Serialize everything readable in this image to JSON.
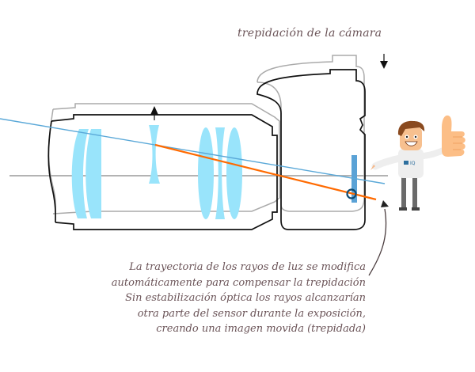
{
  "labels": {
    "shake": "trepidación de la cámara"
  },
  "caption": {
    "lines": [
      "La trayectoria de los rayos de luz se modifica",
      "automáticamente para compensar la trepidación",
      "Sin estabilización óptica los rayos alcanzarían",
      "otra parte del sensor durante la exposición,",
      "creando una imagen movida (trepidada)"
    ]
  },
  "mascot": {
    "shirt_logo": "IQ"
  },
  "colors": {
    "text": "#6b5458",
    "lens_glass": "#99e4fb",
    "ray_original": "#5aa8d8",
    "ray_corrected": "#ff6a00",
    "sensor": "#5aa2d6",
    "sensor_ring": "#0e4a72",
    "outline_dark": "#111111",
    "outline_light": "#aaaaaa",
    "axis": "#b3b3b3"
  }
}
